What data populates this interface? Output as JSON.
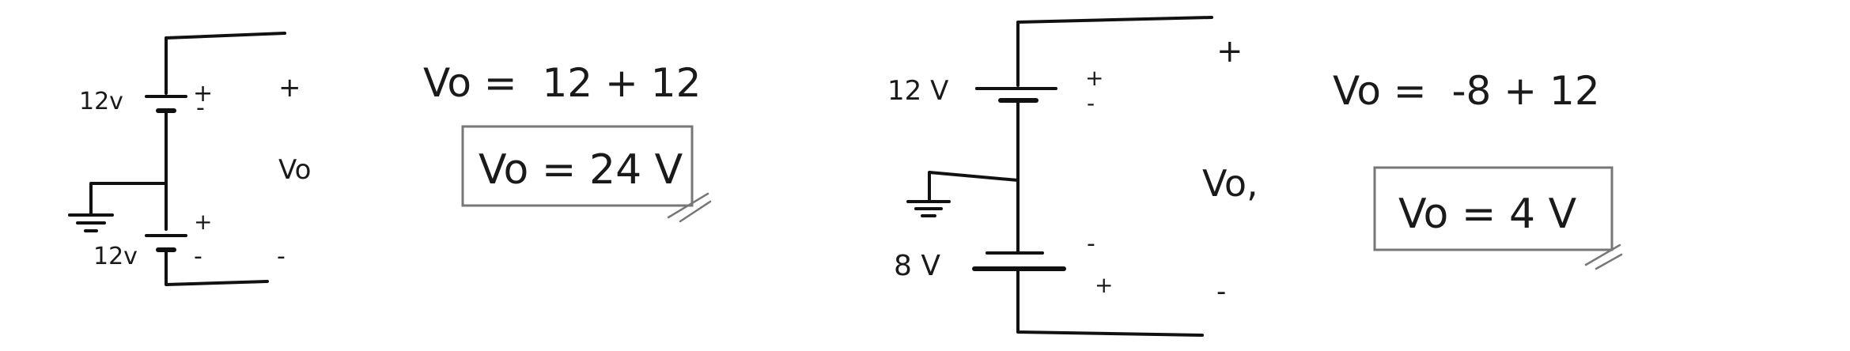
{
  "circuit_left": {
    "top_battery_label": "12v",
    "top_battery_polarity_top": "+",
    "top_battery_polarity_bottom": "-",
    "bottom_battery_label": "12v",
    "bottom_battery_polarity_top": "+",
    "bottom_battery_polarity_bottom": "-",
    "output_plus": "+",
    "output_minus": "-",
    "output_label": "Vo"
  },
  "equation_left": {
    "line": "Vo =  12 + 12",
    "result": "Vo = 24 V"
  },
  "circuit_right": {
    "top_battery_label": "12 V",
    "top_battery_polarity_top": "+",
    "top_battery_polarity_bottom": "-",
    "bottom_battery_label": "8 V",
    "bottom_battery_polarity_top": "-",
    "bottom_battery_polarity_bottom": "+",
    "output_plus": "+",
    "output_minus": "-",
    "output_label": "Vo,"
  },
  "equation_right": {
    "line": "Vo =  -8 + 12",
    "result": "Vo = 4 V"
  }
}
